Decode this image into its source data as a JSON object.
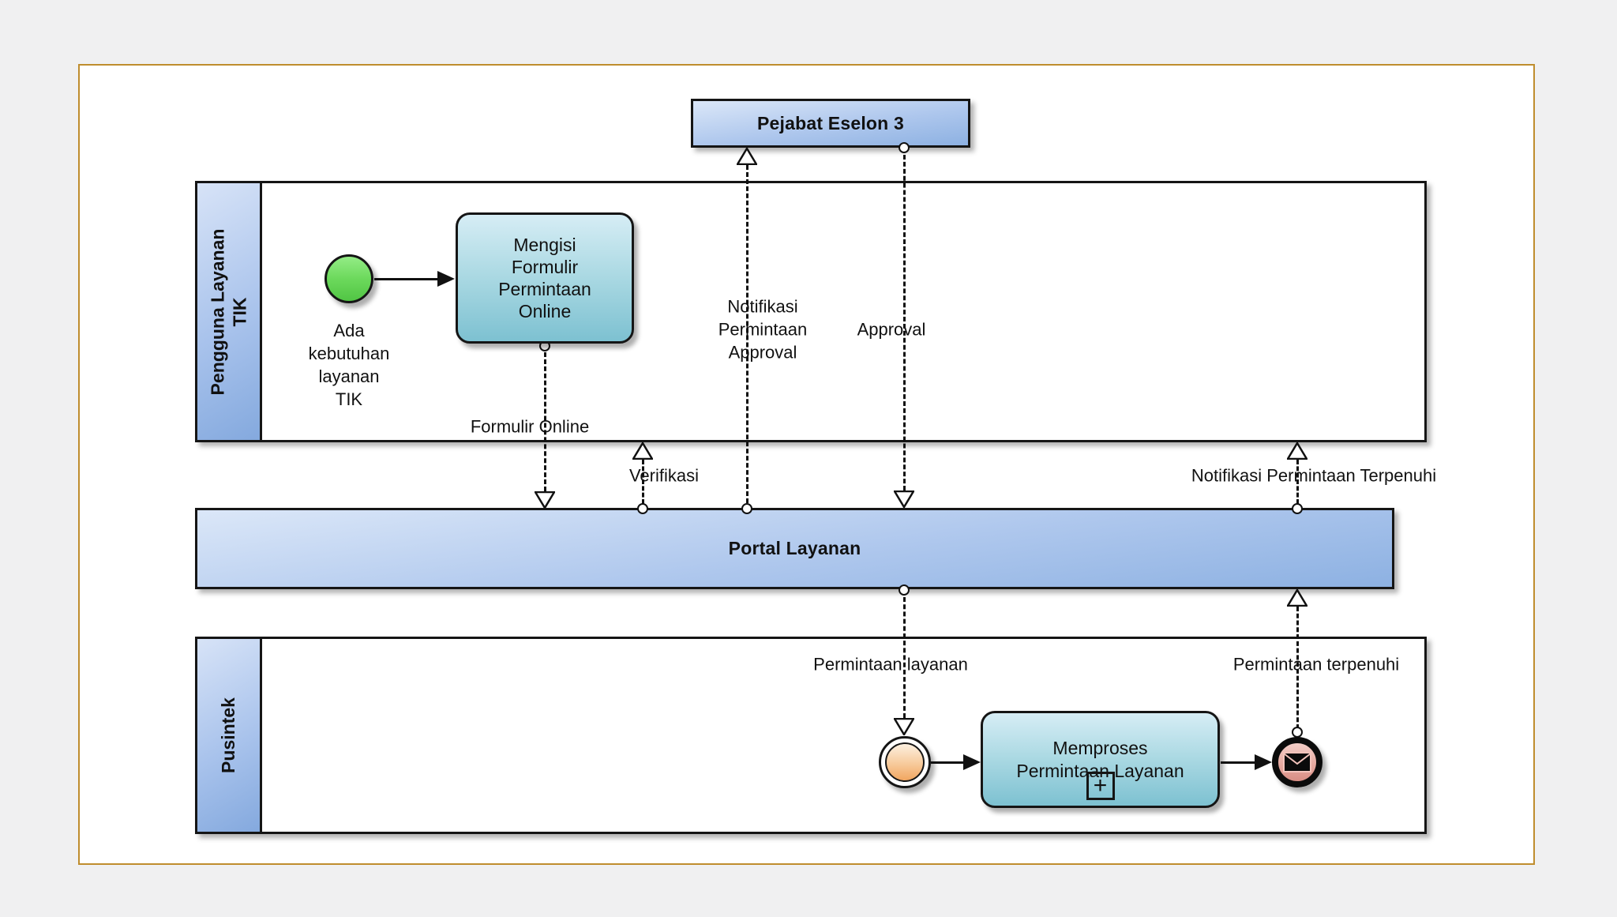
{
  "pools": {
    "pejabat": {
      "label": "Pejabat Eselon 3"
    },
    "pengguna": {
      "label": "Pengguna Layanan\nTIK"
    },
    "portal": {
      "label": "Portal Layanan"
    },
    "pusintek": {
      "label": "Pusintek"
    }
  },
  "tasks": {
    "mengisi_formulir": {
      "label": "Mengisi\nFormulir\nPermintaan\nOnline"
    },
    "memproses_permintaan": {
      "label": "Memproses\nPermintaan Layanan",
      "subprocess_marker": "+"
    }
  },
  "events": {
    "start": {
      "kind": "start-event",
      "label": "Ada\nkebutuhan\nlayanan\nTIK"
    },
    "intermediate_catch": {
      "kind": "intermediate-message-catch-event"
    },
    "end_message": {
      "kind": "message-end-event",
      "icon": "envelope-icon"
    }
  },
  "message_flows": {
    "formulir_online": {
      "label": "Formulir Online"
    },
    "verifikasi": {
      "label": "Verifikasi"
    },
    "notifikasi_permintaan_approval": {
      "label": "Notifikasi\nPermintaan\nApproval"
    },
    "approval": {
      "label": "Approval"
    },
    "permintaan_layanan": {
      "label": "Permintaan layanan"
    },
    "permintaan_terpenuhi": {
      "label": "Permintaan terpenuhi"
    },
    "notifikasi_permintaan_terpenuhi": {
      "label": "Notifikasi Permintaan Terpenuhi"
    }
  },
  "colors": {
    "background": "#f0f0f1",
    "frame_border": "#bf8d2e",
    "pool_fill_top": "#dbe7f8",
    "pool_fill_bottom": "#8db1e2",
    "task_fill_top": "#d6edf5",
    "task_fill_bottom": "#7dc1d1",
    "start_event_top": "#94ec86",
    "start_event_bottom": "#51c544",
    "catch_event_top": "#fcf0e0",
    "catch_event_bottom": "#f1a660",
    "end_event_top": "#f3cec8",
    "end_event_bottom": "#d88d84",
    "line": "#111111"
  }
}
